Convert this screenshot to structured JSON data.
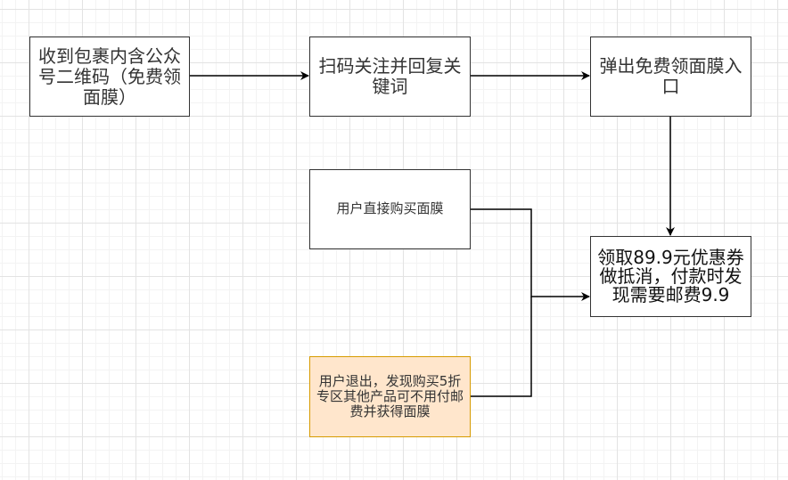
{
  "diagram": {
    "nodes": [
      {
        "id": "n1",
        "label": "收到包裹内含公众号二维码（免费领面膜）"
      },
      {
        "id": "n2",
        "label": "扫码关注并回复关键词"
      },
      {
        "id": "n3",
        "label": "弹出免费领面膜入口"
      },
      {
        "id": "n4",
        "label": "领取89.9元优惠券做抵消，付款时发现需要邮费9.9"
      },
      {
        "id": "n5",
        "label": "用户直接购买面膜"
      },
      {
        "id": "n6",
        "label": "用户退出，发现购买5折专区其他产品可不用付邮费并获得面膜"
      }
    ],
    "edges": [
      {
        "from": "n1",
        "to": "n2"
      },
      {
        "from": "n2",
        "to": "n3"
      },
      {
        "from": "n3",
        "to": "n4"
      },
      {
        "from": "n5",
        "to": "n4"
      },
      {
        "from": "n6",
        "to": "n4"
      }
    ],
    "colors": {
      "stroke": "#333333",
      "highlight_fill": "#ffe6cc",
      "highlight_stroke": "#d79b00"
    }
  }
}
